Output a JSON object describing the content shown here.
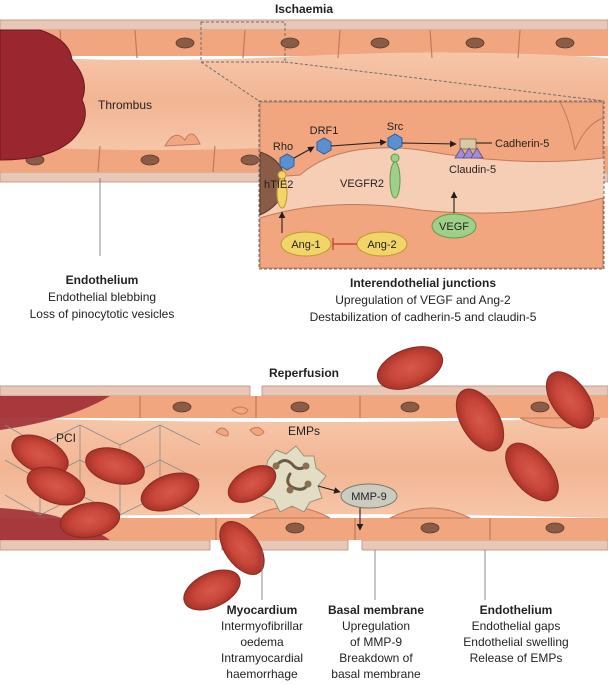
{
  "top_panel": {
    "title": "Ischaemia",
    "thrombus_label": "Thrombus",
    "endothelium": {
      "heading": "Endothelium",
      "lines": [
        "Endothelial blebbing",
        "Loss of pinocytotic vesicles"
      ]
    },
    "inset": {
      "rho": "Rho",
      "drf1": "DRF1",
      "src": "Src",
      "cadherin": "Cadherin-5",
      "htie2": "hTIE2",
      "vegfr2": "VEGFR2",
      "claudin": "Claudin-5",
      "ang1": "Ang-1",
      "ang2": "Ang-2",
      "vegf": "VEGF"
    },
    "junctions": {
      "heading": "Interendothelial junctions",
      "lines": [
        "Upregulation of VEGF and Ang-2",
        "Destabilization of cadherin-5 and claudin-5"
      ]
    }
  },
  "bottom_panel": {
    "title": "Reperfusion",
    "pci_label": "PCI",
    "emps_label": "EMPs",
    "mmp9_label": "MMP-9",
    "myocardium": {
      "heading": "Myocardium",
      "lines": [
        "Intermyofibrillar",
        "oedema",
        "Intramyocardial",
        "haemorrhage"
      ]
    },
    "basal": {
      "heading": "Basal membrane",
      "lines": [
        "Upregulation",
        "of MMP-9",
        "Breakdown of",
        "basal membrane"
      ]
    },
    "endothelium": {
      "heading": "Endothelium",
      "lines": [
        "Endothelial gaps",
        "Endothelial swelling",
        "Release of EMPs"
      ]
    }
  },
  "colors": {
    "vessel_lumen": "#f2b99a",
    "cell": "#f1a67f",
    "membrane": "#e9c7b6",
    "nucleus": "#8a5b47",
    "thrombus": "#9a2630",
    "rbc": "#c4493b",
    "hexagon": "#5b8fd0",
    "receptor_yellow": "#f3d469",
    "receptor_green": "#9fd08a"
  }
}
